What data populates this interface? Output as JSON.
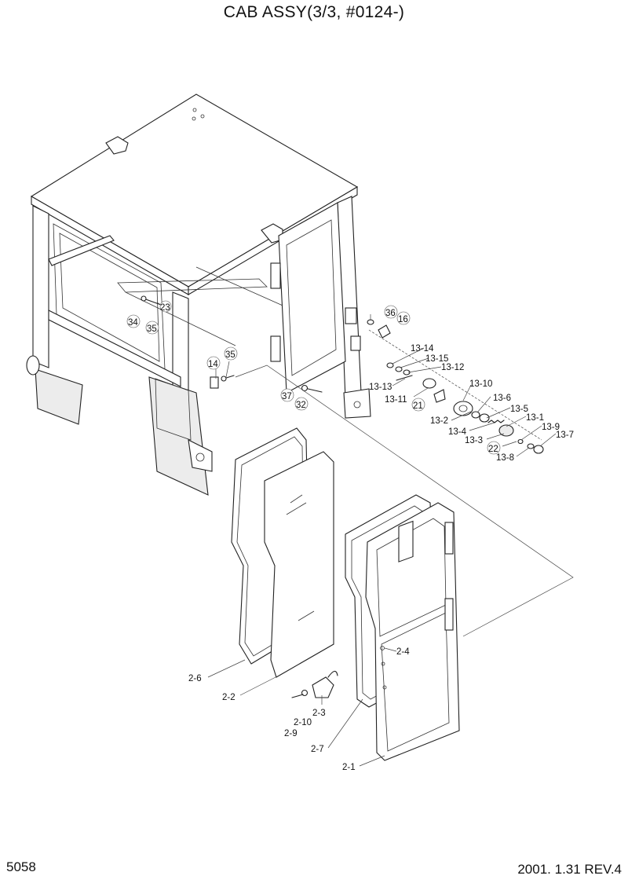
{
  "title": "CAB ASSY(3/3, #0124-)",
  "page_number": "5058",
  "revision": "2001. 1.31 REV.4",
  "part_labels": {
    "p23": "23",
    "p34": "34",
    "p35a": "35",
    "p14": "14",
    "p35b": "35",
    "p36": "36",
    "p16": "16",
    "p37": "37",
    "p32": "32",
    "p13_14": "13-14",
    "p13_15": "13-15",
    "p13_12": "13-12",
    "p13_13": "13-13",
    "p13_11": "13-11",
    "p21": "21",
    "p13_10": "13-10",
    "p13_6": "13-6",
    "p13_2": "13-2",
    "p13_5": "13-5",
    "p13_4": "13-4",
    "p13_1": "13-1",
    "p13_3": "13-3",
    "p13_9": "13-9",
    "p22": "22",
    "p13_7": "13-7",
    "p13_8": "13-8",
    "p2_4": "2-4",
    "p2_6": "2-6",
    "p2_2": "2-2",
    "p2_3": "2-3",
    "p2_10": "2-10",
    "p2_9": "2-9",
    "p2_7": "2-7",
    "p2_1": "2-1"
  }
}
